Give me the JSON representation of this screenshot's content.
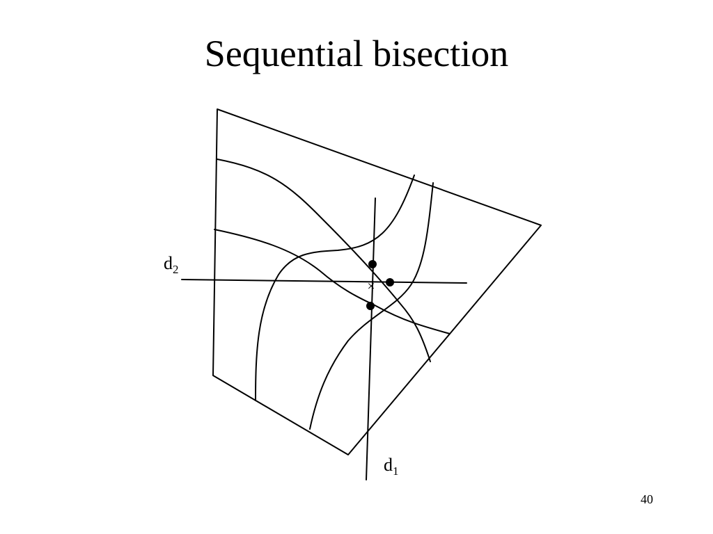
{
  "slide": {
    "title": "Sequential bisection",
    "page_number": "40"
  },
  "diagram": {
    "labels": {
      "d1_base": "d",
      "d1_sub": "1",
      "d2_base": "d",
      "d2_sub": "2",
      "center_marker": "×"
    }
  }
}
